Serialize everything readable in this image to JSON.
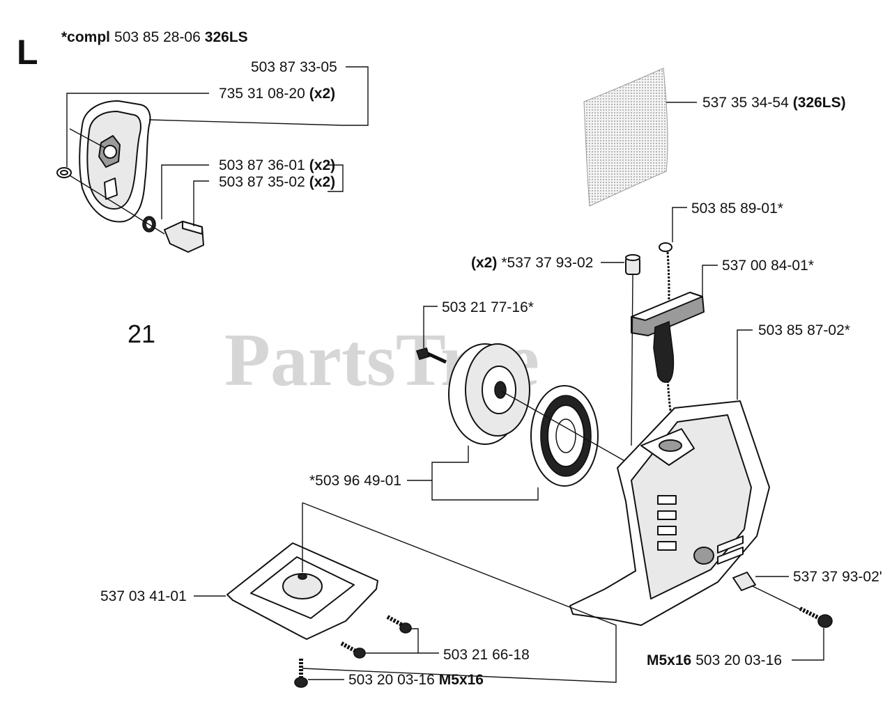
{
  "page": {
    "letter": "L",
    "figure_number": "21",
    "watermark": "PartsTree"
  },
  "header": {
    "prefix": "*compl",
    "part": "503 85 28-06",
    "model": "326LS"
  },
  "labels": {
    "air_filter_cover": "503 87 33-05",
    "cover_clip": "735 31 08-20",
    "cover_clip_qty": "(x2)",
    "o_ring": "503 87 36-01",
    "o_ring_qty": "(x2)",
    "knob": "503 87 35-02",
    "knob_qty": "(x2)",
    "decal": "537 35 34-54",
    "decal_model": "(326LS)",
    "rope": "503 85 89-01*",
    "bushing_top_qty": "(x2)",
    "bushing_top": "*537 37 93-02",
    "handle": "537 00 84-01*",
    "pulley_screw": "503 21 77-16*",
    "starter_housing": "503 85 87-02*",
    "pulley_spring_kit": "*503 96 49-01",
    "bushing_right": "537 37 93-02'",
    "bracket": "537 03 41-01",
    "bracket_screw": "503 21 66-18",
    "screw_bottom_part": "503 20 03-16",
    "screw_bottom_size": "M5x16",
    "screw_right_size": "M5x16",
    "screw_right_part": "503 20 03-16"
  }
}
